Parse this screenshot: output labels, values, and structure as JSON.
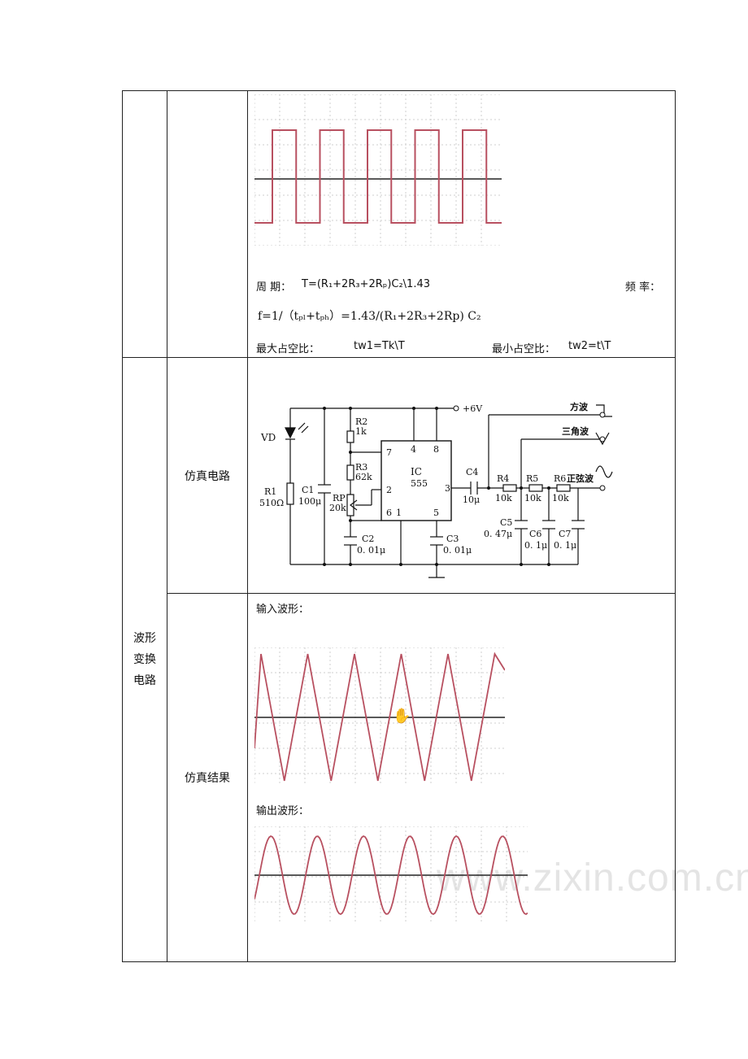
{
  "row1": {
    "period_label": "周 期：",
    "period_formula": "T=(R₁+2R₃+2Rₚ)C₂\\1.43",
    "freq_label": "频 率：",
    "freq_formula": "f=1/（tₚₗ+tₚₕ）=1.43/(R₁+2R₃+2Rp) C₂",
    "max_duty_label": "最大占空比：",
    "max_duty_formula": "tw1=Tk\\T",
    "min_duty_label": "最小占空比：",
    "min_duty_formula": "tw2=t\\T"
  },
  "section_label_lines": [
    "波形",
    "变换",
    "电路"
  ],
  "sim_circuit_label": "仿真电路",
  "sim_result_label": "仿真结果",
  "circuit": {
    "vcc": "+6V",
    "square_out": "方波",
    "triangle_out": "三角波",
    "sine_out": "正弦波",
    "vd": "VD",
    "r1": "R1",
    "r1_val": "510Ω",
    "r2": "R2",
    "r2_val": "1k",
    "r3": "R3",
    "r3_val": "62k",
    "rp": "RP",
    "rp_val": "20k",
    "c1": "C1",
    "c1_val": "100μ",
    "c2": "C2",
    "c2_val": "0. 01μ",
    "c3": "C3",
    "c3_val": "0. 01μ",
    "c4": "C4",
    "c4_val": "10μ",
    "c5": "C5",
    "c5_val": "0. 47μ",
    "c6": "C6",
    "c6_val": "0. 1μ",
    "c7": "C7",
    "c7_val": "0. 1μ",
    "r4": "R4",
    "r4_val": "10k",
    "r5": "R5",
    "r5_val": "10k",
    "r6": "R6",
    "r6_val": "10k",
    "ic": "IC",
    "ic_num": "555",
    "pin4": "4",
    "pin8": "8",
    "pin7": "7",
    "pin2": "2",
    "pin6": "6",
    "pin1": "1",
    "pin5": "5",
    "pin3": "3"
  },
  "input_wave_label": "输入波形：",
  "output_wave_label": "输出波形：",
  "watermark": "www.zixin.com.cn",
  "colors": {
    "trace": "#b85060",
    "grid": "#cfcfcf",
    "axis": "#222222"
  }
}
